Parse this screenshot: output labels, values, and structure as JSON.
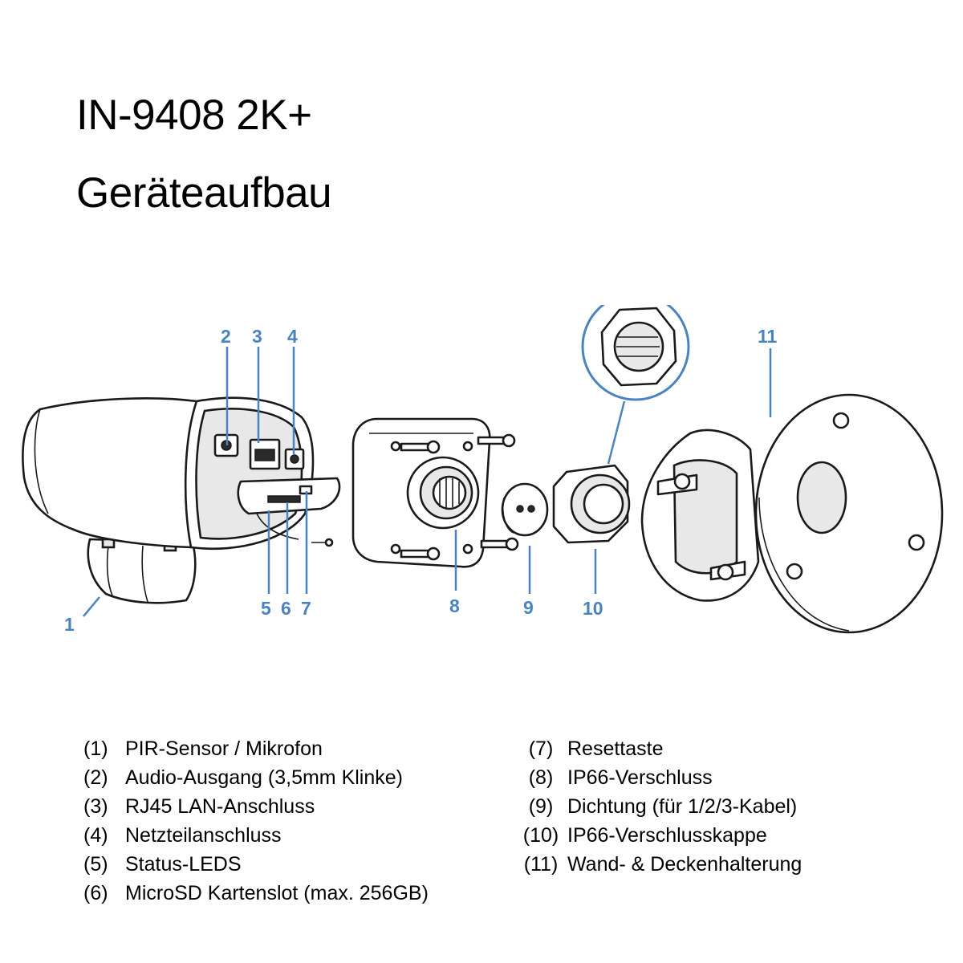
{
  "title": {
    "model": "IN-9408 2K+",
    "subtitle": "Geräteaufbau"
  },
  "callouts": [
    "1",
    "2",
    "3",
    "4",
    "5",
    "6",
    "7",
    "8",
    "9",
    "10",
    "11"
  ],
  "accent_color": "#4a83c0",
  "legend": {
    "left": [
      {
        "num": "(1)",
        "label": "PIR-Sensor / Mikrofon"
      },
      {
        "num": "(2)",
        "label": "Audio-Ausgang (3,5mm Klinke)"
      },
      {
        "num": "(3)",
        "label": "RJ45 LAN-Anschluss"
      },
      {
        "num": "(4)",
        "label": "Netzteilanschluss"
      },
      {
        "num": "(5)",
        "label": "Status-LEDS"
      },
      {
        "num": "(6)",
        "label": "MicroSD Kartenslot (max. 256GB)"
      }
    ],
    "right": [
      {
        "num": "(7)",
        "label": "Resettaste"
      },
      {
        "num": "(8)",
        "label": "IP66-Verschluss"
      },
      {
        "num": "(9)",
        "label": "Dichtung (für 1/2/3-Kabel)"
      },
      {
        "num": "(10)",
        "label": "IP66-Verschlusskappe"
      },
      {
        "num": "(11)",
        "label": "Wand- & Deckenhalterung"
      }
    ]
  }
}
